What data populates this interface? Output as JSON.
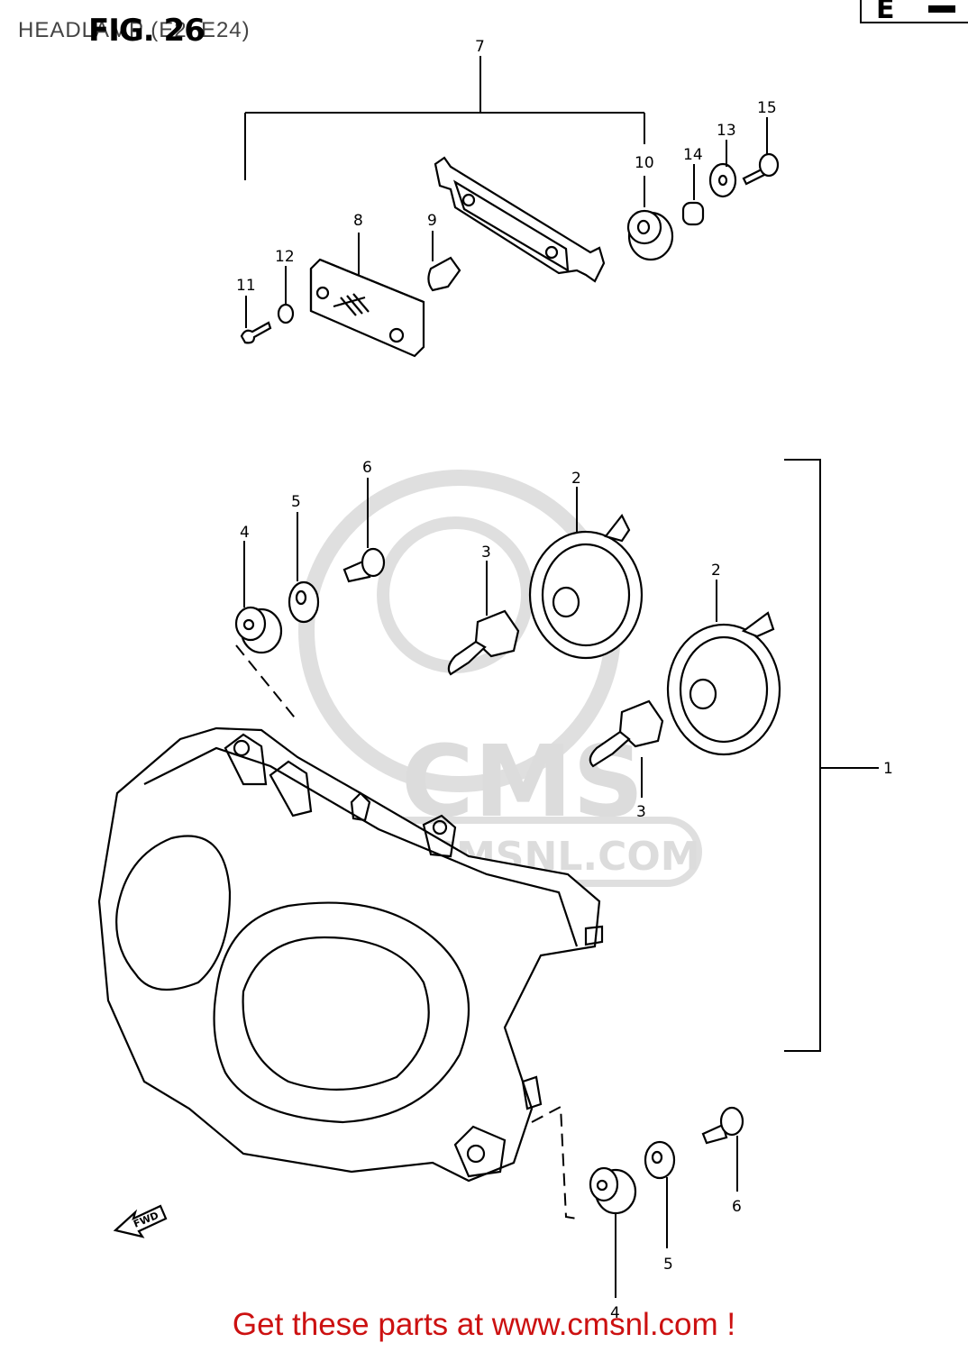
{
  "header": {
    "title": "HEADLAMP (E2, E24)",
    "figure_label": "FIG. 26",
    "corner_mark": "E"
  },
  "watermark": {
    "brand": "CMS",
    "url": "WWW.CMSNL.COM"
  },
  "fwd_label": "FWD",
  "callouts": {
    "p1": "1",
    "p2a": "2",
    "p2b": "2",
    "p3a": "3",
    "p3b": "3",
    "p4a": "4",
    "p4b": "4",
    "p5a": "5",
    "p5b": "5",
    "p6a": "6",
    "p6b": "6",
    "p7": "7",
    "p8": "8",
    "p9": "9",
    "p10": "10",
    "p11": "11",
    "p12": "12",
    "p13": "13",
    "p14": "14",
    "p15": "15"
  },
  "footer": {
    "text": "Get these parts at www.cmsnl.com !"
  }
}
